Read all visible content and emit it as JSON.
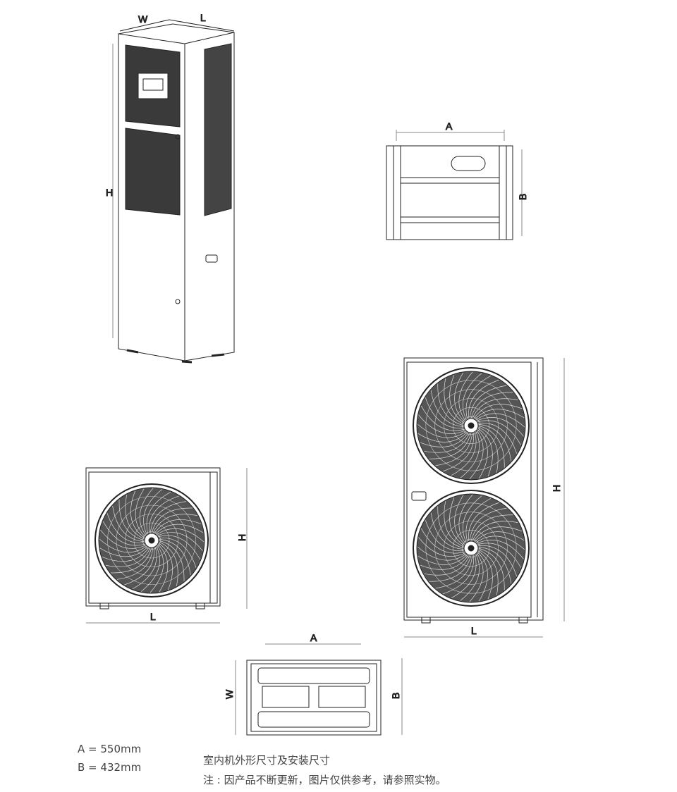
{
  "indoor_unit": {
    "labels": {
      "w": "W",
      "l": "L",
      "h": "H"
    }
  },
  "bracket": {
    "labels": {
      "a": "A",
      "b": "B"
    }
  },
  "outdoor_small": {
    "labels": {
      "h": "H",
      "l": "L"
    }
  },
  "outdoor_large": {
    "labels": {
      "h": "H",
      "l": "L"
    }
  },
  "bottom_view": {
    "labels": {
      "a": "A",
      "w": "W",
      "b": "B"
    }
  },
  "specs": {
    "a": "A = 550mm",
    "b": "B = 432mm"
  },
  "caption": {
    "title": "室内机外形尺寸及安装尺寸",
    "note": "注 : 因产品不断更新，图片仅供参考，请参照实物。"
  }
}
